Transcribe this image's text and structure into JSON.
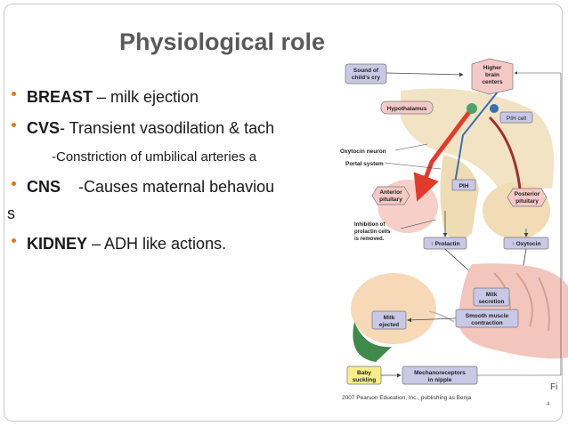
{
  "slide": {
    "title": "Physiological role",
    "bullets": [
      {
        "bold": "BREAST",
        "rest": " – milk ejection"
      },
      {
        "bold": "CVS",
        "rest": "- Transient vasodilation & tach"
      },
      {
        "bold": "CNS",
        "rest": "    -Causes maternal behaviou"
      },
      {
        "bold": "KIDNEY",
        "rest": " – ADH like actions."
      }
    ],
    "sub_line": "-Constriction of umbilical arteries a",
    "wrap_char": "s",
    "page_number": "4"
  },
  "figure": {
    "labels": {
      "sound": "Sound of child's cry",
      "higher": "Higher brain centers",
      "hypothalamus": "Hypothalamus",
      "pih_cell": "PIH cell",
      "oxy_neuron": "Oxytocin neuron",
      "portal": "Portal system",
      "anterior": "Anterior pituitary",
      "posterior": "Posterior pituitary",
      "pih": "PIH",
      "inhibition": "Inhibition of prolactin cells is removed.",
      "prolactin": "Prolactin",
      "oxytocin": "Oxytocin",
      "milk_secretion": "Milk secretion",
      "smooth": "Smooth muscle contraction",
      "milk_ejected": "Milk ejected",
      "baby": "Baby suckling",
      "mechano": "Mechanoreceptors in nipple",
      "fig": "Fi",
      "credit": "2007 Pearson Education, Inc., publishing as Benja"
    },
    "colors": {
      "pink_box": "#f5c9c6",
      "blue_box": "#c9c8e6",
      "yellow_box": "#f7ee8a",
      "red_arrow": "#e23b2a"
    }
  }
}
